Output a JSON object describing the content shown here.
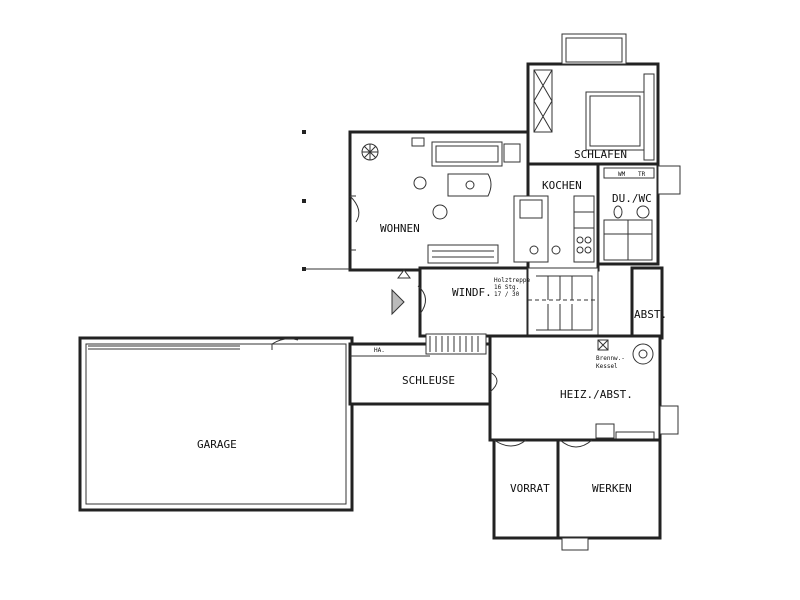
{
  "rooms": {
    "schlafen": "SCHLAFEN",
    "kochen": "KOCHEN",
    "du_wc": "DU./WC",
    "wohnen": "WOHNEN",
    "windf": "WINDF.",
    "abst_small": "ABST.",
    "ha": "HA.",
    "schleuse": "SCHLEUSE",
    "heiz_abst": "HEIZ./ABST.",
    "garage": "GARAGE",
    "vorrat": "VORRAT",
    "werken": "WERKEN"
  },
  "notes": {
    "holztreppe_1": "Holztreppe",
    "holztreppe_2": "16 Stg.",
    "holztreppe_3": "17 / 30",
    "brennw_1": "Brennw.-",
    "brennw_2": "Kessel",
    "wm": "WM",
    "tr": "TR"
  }
}
